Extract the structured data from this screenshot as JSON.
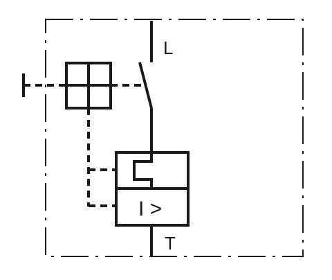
{
  "terminals": {
    "top": "L",
    "bottom": "T"
  },
  "relay": {
    "trip_label": "I >"
  },
  "colors": {
    "stroke": "#1a1a1a",
    "background": "#ffffff"
  }
}
